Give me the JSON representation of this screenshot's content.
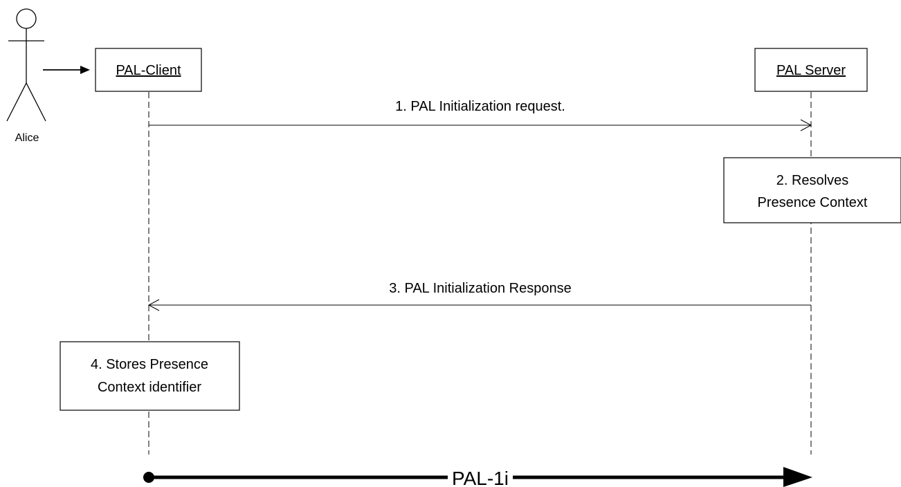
{
  "actor": {
    "name": "Alice"
  },
  "participants": {
    "client": "PAL-Client",
    "server": "PAL Server"
  },
  "messages": [
    {
      "number": "1",
      "text": "1. PAL Initialization request."
    },
    {
      "number": "3",
      "text": "3. PAL Initialization Response"
    }
  ],
  "notes": {
    "server_resolves": [
      "2. Resolves",
      "Presence Context"
    ],
    "client_stores": [
      "4. Stores Presence",
      "Context identifier"
    ]
  },
  "flow": {
    "label": "PAL-1i"
  }
}
